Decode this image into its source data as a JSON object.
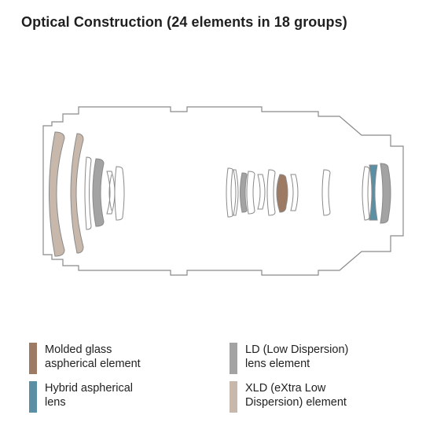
{
  "title": "Optical Construction",
  "subtitle": "(24 elements in 18 groups)",
  "colors": {
    "outline": "#8a8a8a",
    "molded_glass_aspherical": "#9c7a64",
    "hybrid_aspherical": "#5b8fa4",
    "ld": "#a3a3a3",
    "xld": "#c8b8ab"
  },
  "legend": [
    {
      "label": "Molded glass\naspherical element",
      "color": "#9c7a64"
    },
    {
      "label": "Hybrid aspherical\nlens",
      "color": "#5b8fa4"
    },
    {
      "label": "LD (Low Dispersion)\nlens element",
      "color": "#a3a3a3"
    },
    {
      "label": "XLD (eXtra Low\nDispersion) element",
      "color": "#c8b8ab"
    }
  ]
}
